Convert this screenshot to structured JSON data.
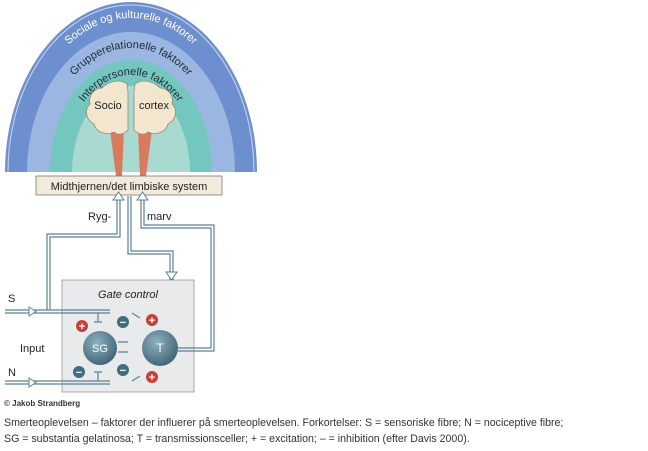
{
  "arc_labels": {
    "outer": "Sociale og kulturelle faktorer",
    "middle": "Grupperelationelle faktorer",
    "inner": "Interpersonelle faktorer"
  },
  "brain_labels": {
    "left": "Socio",
    "right": "cortex"
  },
  "midbrain_label": "Midthjernen/det limbiske system",
  "spinal_labels": {
    "left": "Ryg-",
    "right": "marv"
  },
  "gate_title": "Gate control",
  "input_labels": {
    "s": "S",
    "n": "N",
    "input": "Input"
  },
  "cell_labels": {
    "sg": "SG",
    "t": "T"
  },
  "signs": {
    "plus": "+",
    "minus": "−"
  },
  "credit": "© Jakob Strandberg",
  "caption": {
    "line1": "Smerteoplevelsen – faktorer der influerer på smerteoplevelsen. Forkortelser: S = sensoriske fibre; N = nociceptive fibre;",
    "line2": "SG = substantia gelatinosa; T = transmissionsceller; + = excitation; – = inhibition (efter Davis 2000)."
  },
  "colors": {
    "outer_arc": "#6e8fcf",
    "middle_arc": "#9bb6e0",
    "inner_arc": "#74c7be",
    "brain_fill": "#f3e6cf",
    "brain_stem": "#d97a5e",
    "pathway": "#5c8096",
    "box_fill": "#e9eaeb",
    "cell": "#4d7486",
    "plus": "#c8403a",
    "minus": "#3e6e82"
  }
}
